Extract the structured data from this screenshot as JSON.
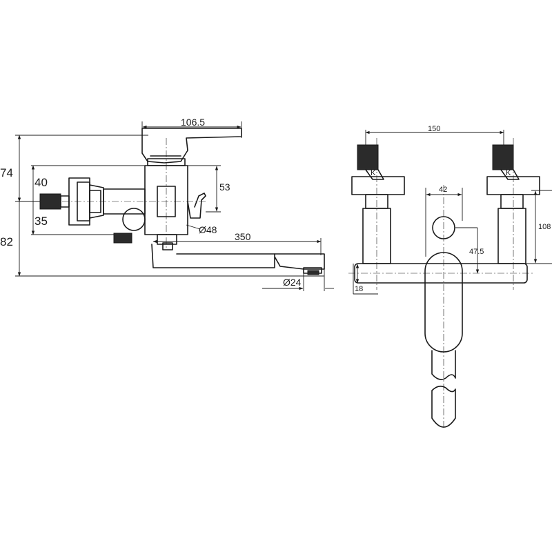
{
  "side_view": {
    "dims": {
      "top_width": "106.5",
      "height_upper": "74",
      "height_lower": "82",
      "inlet_upper": "40",
      "inlet_lower": "35",
      "cartridge_height": "53",
      "diverter_diameter": "Ø48",
      "spout_length": "350",
      "outlet_diameter": "Ø24"
    }
  },
  "front_view": {
    "dims": {
      "inlet_spacing": "150",
      "body_width": "42",
      "total_height": "108",
      "handle_offset": "47.5",
      "bar_height": "18"
    },
    "inlet_marks": [
      "K",
      "K"
    ]
  },
  "colors": {
    "line": "#1a1a1a",
    "thread": "#2b2b2b",
    "background": "#ffffff"
  }
}
